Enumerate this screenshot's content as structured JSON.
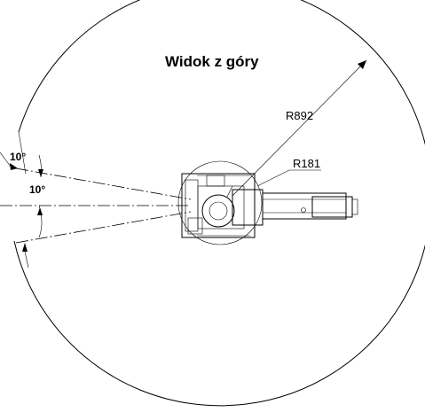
{
  "title": "Widok z góry",
  "dimensions": {
    "outer_radius_label": "R892",
    "inner_radius_label": "R181"
  },
  "angles": {
    "upper_label": "10°",
    "middle_label": "10°"
  }
}
